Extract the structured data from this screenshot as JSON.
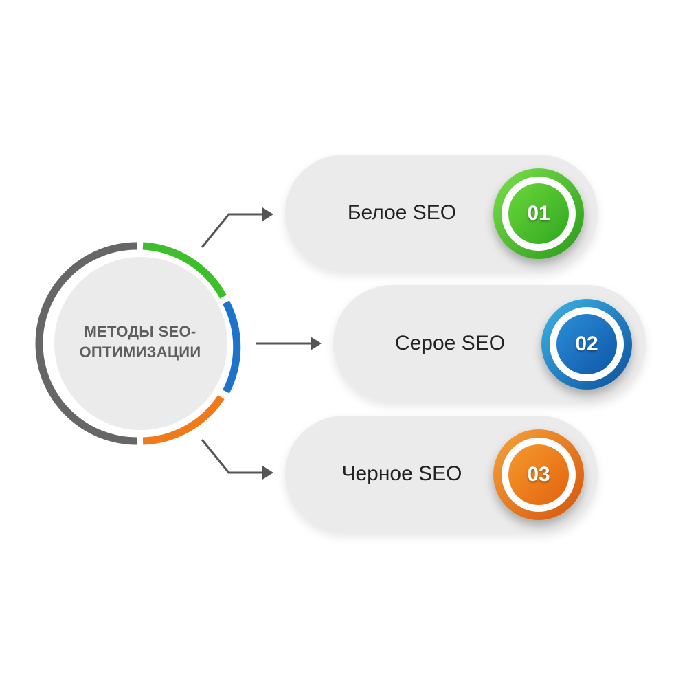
{
  "hub": {
    "title_line1": "МЕТОДЫ SEO-",
    "title_line2": "ОПТИМИЗАЦИИ"
  },
  "methods": [
    {
      "label": "Белое SEO",
      "number": "01",
      "color": "#3cbf2a",
      "color_dark": "#2a9a1c",
      "color_light": "#7be04a"
    },
    {
      "label": "Серое SEO",
      "number": "02",
      "color": "#1c73c9",
      "color_dark": "#0d4f9c",
      "color_light": "#3db5e6"
    },
    {
      "label": "Черное SEO",
      "number": "03",
      "color": "#f07a1a",
      "color_dark": "#d4560d",
      "color_light": "#f7a23a"
    }
  ],
  "colors": {
    "hub_ring": "#666666",
    "hub_fill": "#ebebeb",
    "arrow": "#555555"
  }
}
